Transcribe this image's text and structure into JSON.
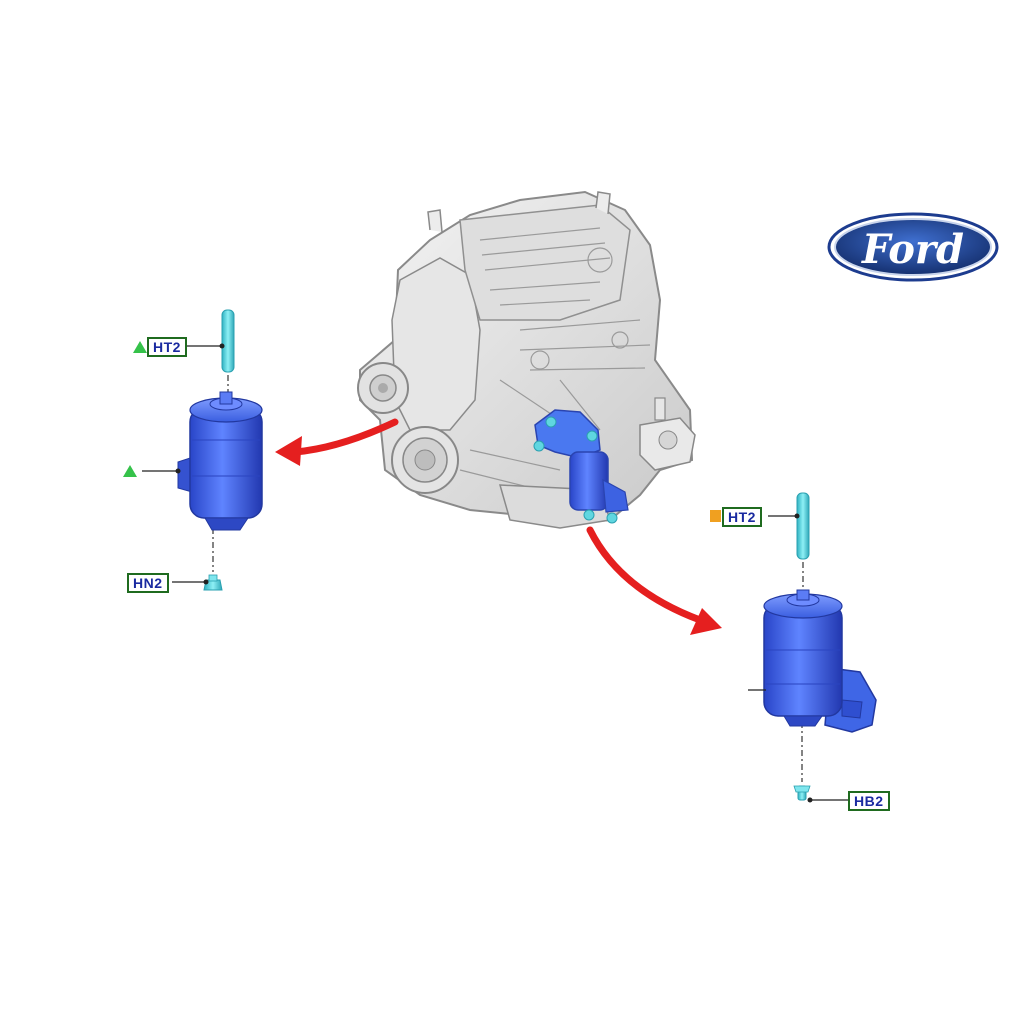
{
  "labels": {
    "ht2_left": "HT2",
    "hn2": "HN2",
    "ht2_right": "HT2",
    "hb2": "HB2"
  },
  "logo": {
    "text": "Ford"
  },
  "colors": {
    "mount_blue": "#3a5ee0",
    "bolt_cyan": "#5fd6e0",
    "arrow_red": "#e51f1f",
    "triangle_green": "#35c24a",
    "square_orange": "#f0a020",
    "callout_border": "#1f6b1f",
    "callout_text": "#1a2aa0",
    "logo_blue": "#1d3c8f"
  },
  "icons": {
    "engine": "engine-illustration",
    "arrow": "red-curved-arrow",
    "triangle": "green-triangle-marker",
    "square": "orange-square-marker"
  }
}
